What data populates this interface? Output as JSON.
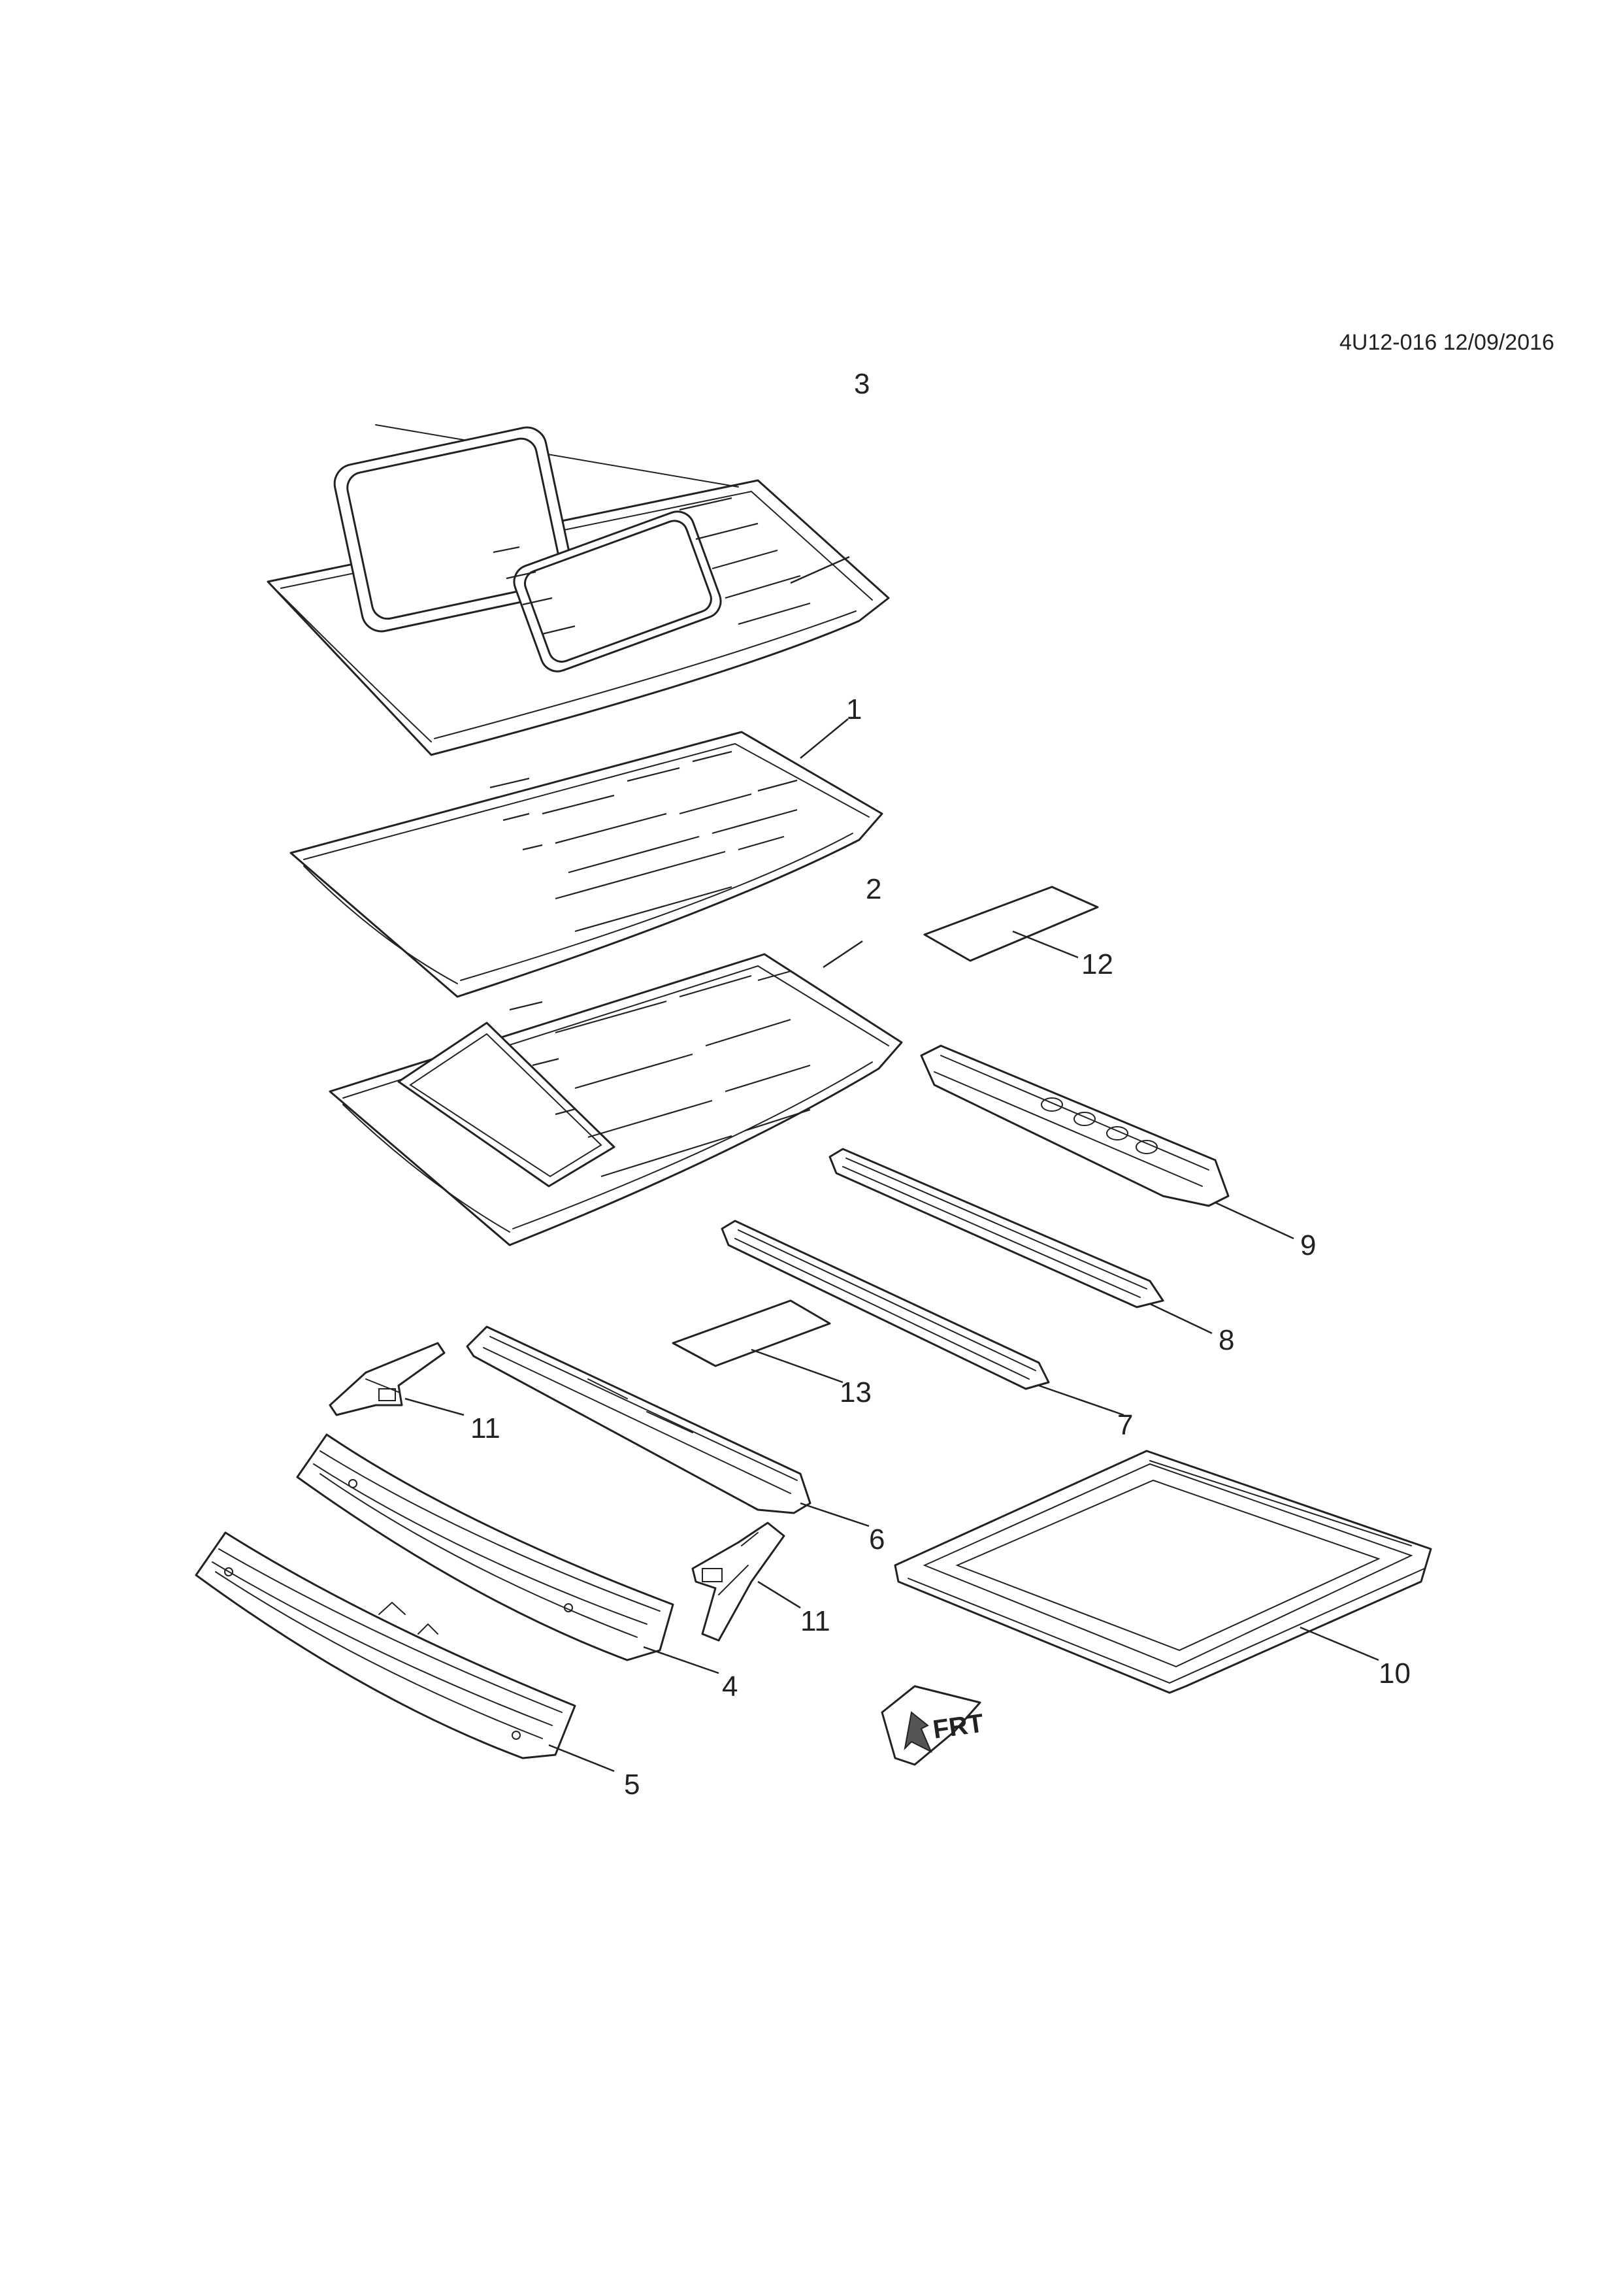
{
  "header": {
    "drawing_code": "4U12-016 12/09/2016"
  },
  "diagram": {
    "callouts": {
      "p3": "3",
      "p1": "1",
      "p2": "2",
      "p12": "12",
      "p9": "9",
      "p8": "8",
      "p7": "7",
      "p13": "13",
      "p11a": "11",
      "p6": "6",
      "p11b": "11",
      "p4": "4",
      "p10": "10",
      "p5": "5"
    },
    "arrow_text": "FRT"
  }
}
